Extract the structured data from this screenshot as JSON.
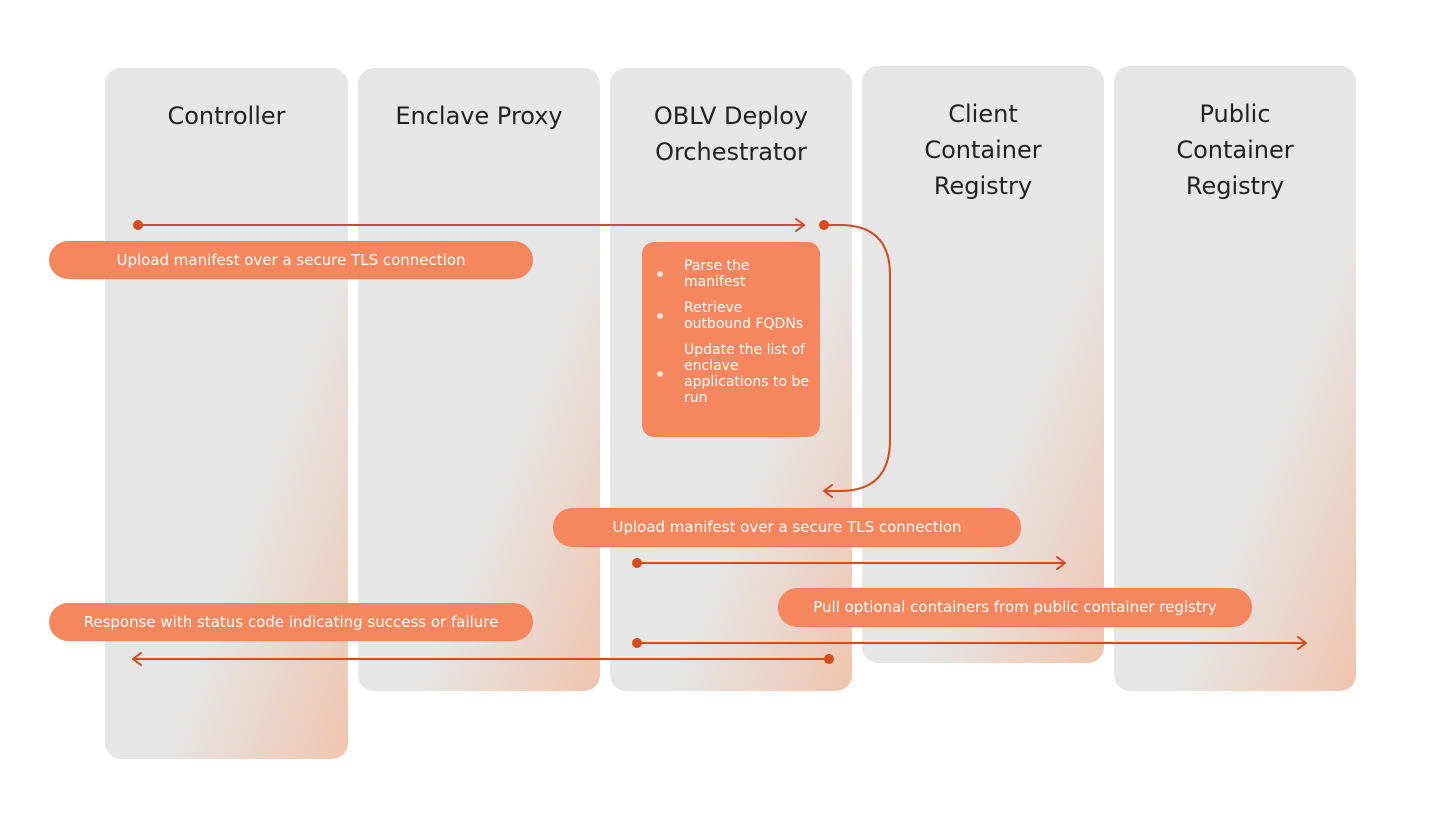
{
  "colors": {
    "lane_bg": "#e6e6e6",
    "lane_glow": "#f0c4ae",
    "pill_bg": "#f5865e",
    "arrow": "#d9491e"
  },
  "lanes": [
    {
      "id": "controller",
      "title": "Controller"
    },
    {
      "id": "enclave-proxy",
      "title": "Enclave Proxy"
    },
    {
      "id": "oblv-deploy-orchestrator",
      "title": "OBLV Deploy Orchestrator"
    },
    {
      "id": "client-container-registry",
      "title": "Client Container Registry"
    },
    {
      "id": "public-container-registry",
      "title": "Public Container Registry"
    }
  ],
  "messages": {
    "upload_manifest_1": "Upload manifest over a secure TLS connection",
    "upload_manifest_2": "Upload manifest over a secure TLS connection",
    "pull_optional": "Pull optional containers from public container registry",
    "response": "Response with status code indicating success or failure"
  },
  "orchestrator_steps": [
    "Parse the manifest",
    "Retrieve outbound FQDNs",
    "Update the list of enclave applications to be run"
  ]
}
